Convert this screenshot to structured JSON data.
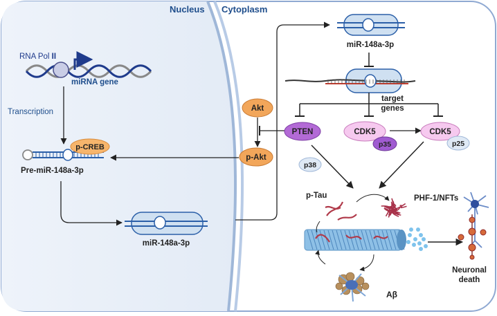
{
  "regions": {
    "nucleus": "Nucleus",
    "cytoplasm": "Cytoplasm"
  },
  "labels": {
    "rna_pol": "RNA Pol",
    "rna_pol_numeral": "II",
    "mirna_gene": "miRNA gene",
    "transcription": "Transcription",
    "pre_mir": "Pre-miR-148a-3p",
    "p_creb": "p-CREB",
    "mir_nucleus": "miR-148a-3p",
    "mir_cyto": "miR-148a-3p",
    "target_genes_line1": "target",
    "target_genes_line2": "genes",
    "akt": "Akt",
    "p_akt": "p-Akt",
    "pten": "PTEN",
    "cdk5_a": "CDK5",
    "p35": "p35",
    "cdk5_b": "CDK5",
    "p25": "p25",
    "p38": "p38",
    "p_tau": "p-Tau",
    "phf": "PHF-1/NFTs",
    "neuronal_death_line1": "Neuronal",
    "neuronal_death_line2": "death",
    "abeta": "Aβ"
  },
  "colors": {
    "nucleus_fill": "#e9f0f9",
    "membrane": "#9fb7d8",
    "region_label": "#1f4e8c",
    "akt_orange": "#f2a65a",
    "pten_purple": "#b36ad6",
    "cdk5_pink": "#f6c9ef",
    "p35_purple": "#a05bd1",
    "p25_blue": "#dfe9f5",
    "tau_red": "#b03a4a",
    "microtubule": "#6ea9d8"
  }
}
